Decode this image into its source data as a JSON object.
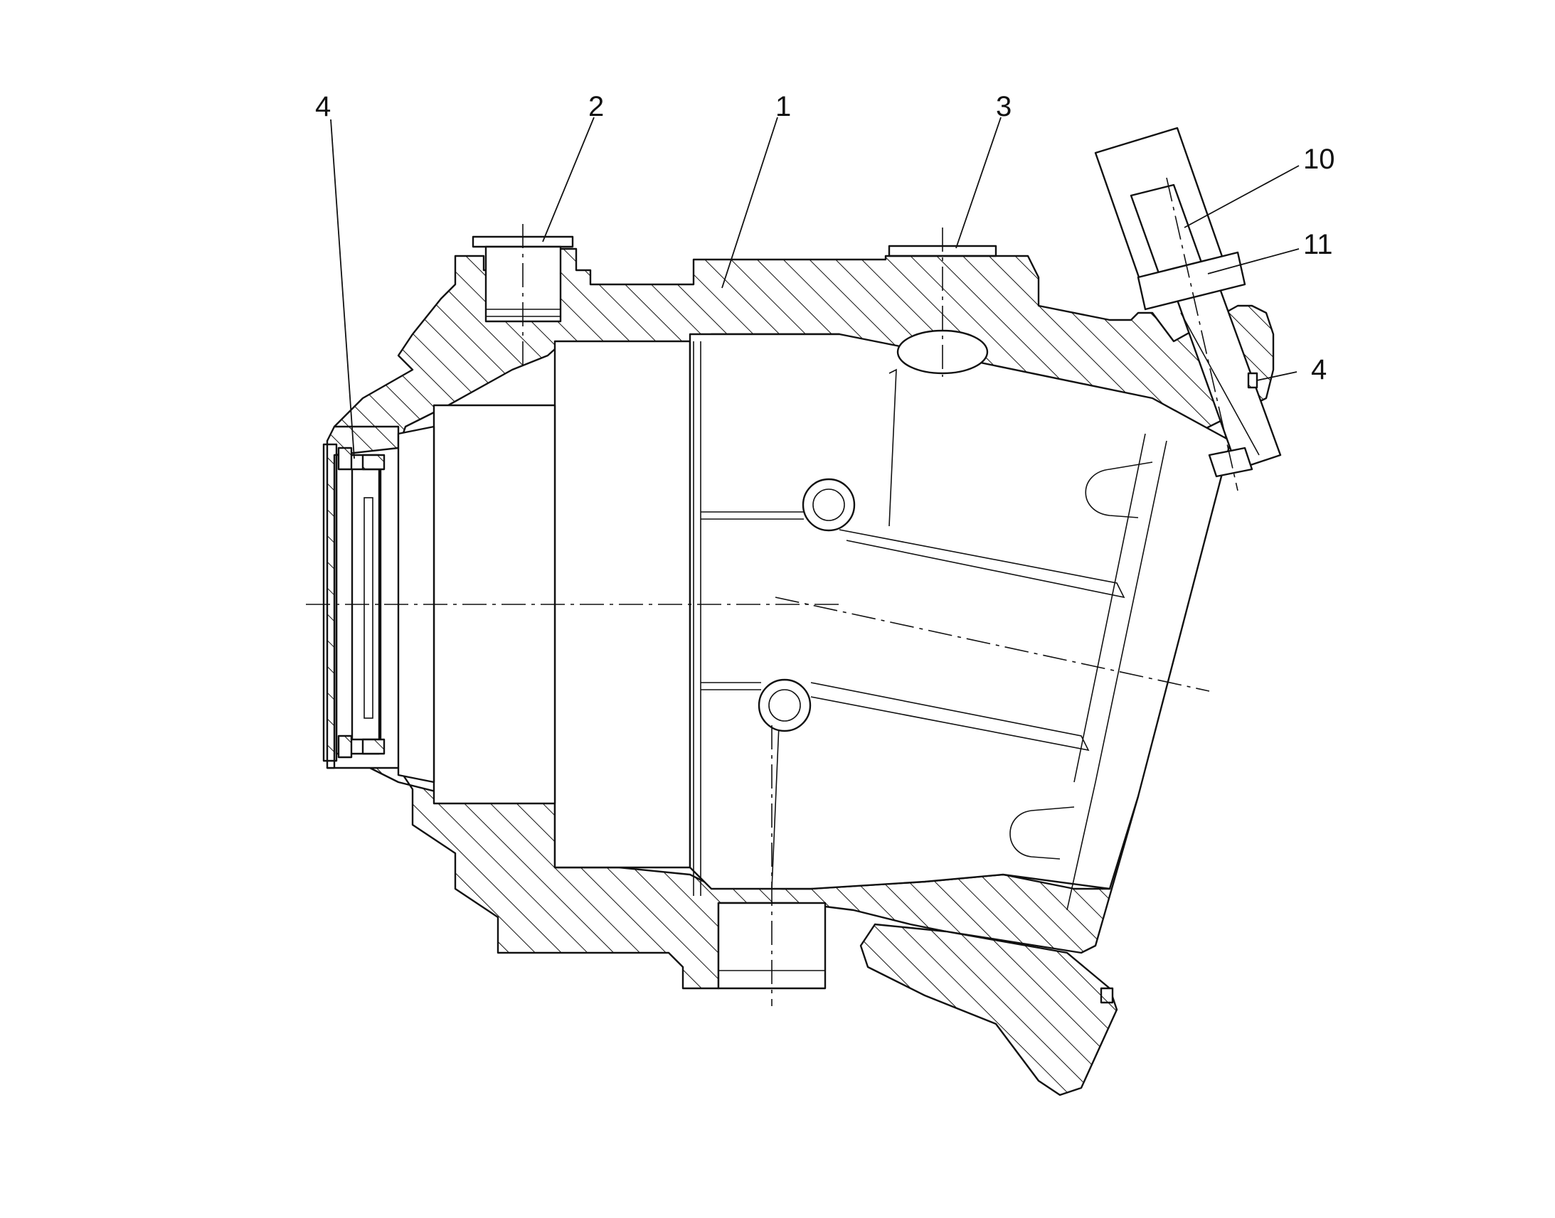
{
  "diagram": {
    "callouts": [
      {
        "id": "c-4-left",
        "text": "4"
      },
      {
        "id": "c-2",
        "text": "2"
      },
      {
        "id": "c-1",
        "text": "1"
      },
      {
        "id": "c-3",
        "text": "3"
      },
      {
        "id": "c-10",
        "text": "10"
      },
      {
        "id": "c-11",
        "text": "11"
      },
      {
        "id": "c-4-right",
        "text": "4"
      }
    ]
  }
}
